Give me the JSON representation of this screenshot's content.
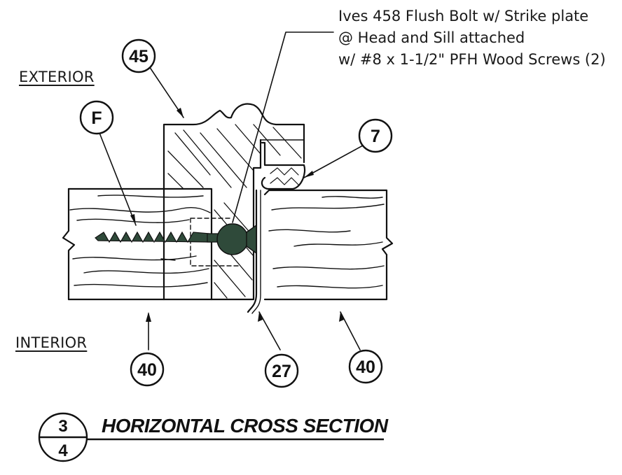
{
  "labels": {
    "exterior": "EXTERIOR",
    "interior": "INTERIOR"
  },
  "note": {
    "line1": "Ives 458 Flush Bolt w/ Strike plate",
    "line2": "@ Head and Sill attached",
    "line3": "w/ #8 x 1-1/2\" PFH Wood Screws (2)"
  },
  "callouts": {
    "c45": "45",
    "cF": "F",
    "c7": "7",
    "c40_left": "40",
    "c27": "27",
    "c40_right": "40"
  },
  "section": {
    "title": "HORIZONTAL CROSS SECTION",
    "numerator": "3",
    "denominator": "4"
  },
  "colors": {
    "ink": "#111111",
    "hardware": "#2f4a3a",
    "background": "#ffffff"
  }
}
